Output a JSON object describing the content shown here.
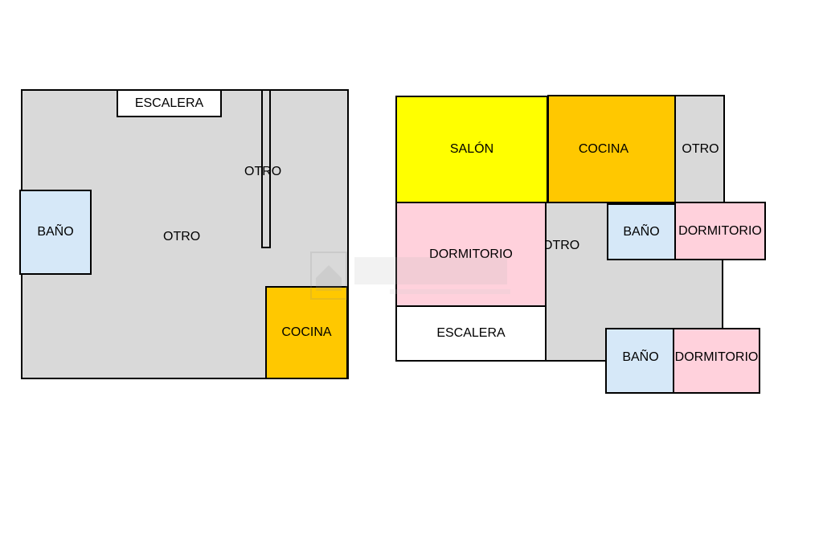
{
  "colors": {
    "otro": "#d9d9d9",
    "bano": "#d6e8f8",
    "cocina": "#ffc800",
    "salon": "#ffff00",
    "dormitorio": "#ffd1dc",
    "escalera": "#ffffff",
    "outline": "#000000"
  },
  "plan_left": {
    "main_label": "OTRO",
    "corridor_label": "OTRO",
    "stair_label": "ESCALERA",
    "bath_label": "BAÑO",
    "kitchen_label": "COCINA"
  },
  "plan_right": {
    "salon_label": "SALÓN",
    "kitchen_label": "COCINA",
    "otro_top_label": "OTRO",
    "dormitorio_main_label": "DORMITORIO",
    "central_label": "OTRO",
    "stair_label": "ESCALERA",
    "bath_upper_label": "BAÑO",
    "dormitorio_upper_label": "DORMITORIO",
    "bath_lower_label": "BAÑO",
    "dormitorio_lower_label": "DORMITORIO"
  }
}
